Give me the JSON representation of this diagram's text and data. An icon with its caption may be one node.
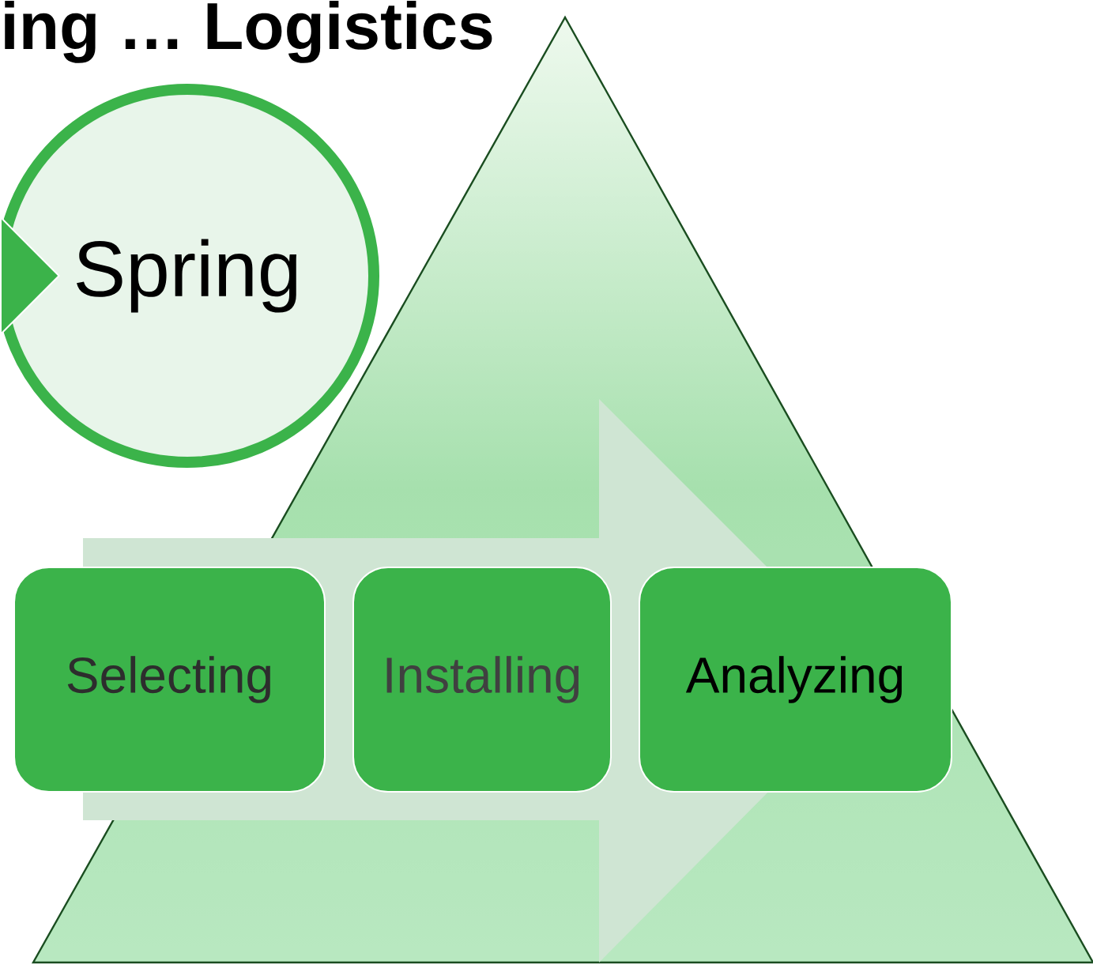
{
  "diagram": {
    "title": "ing … Logistics",
    "nodes": [
      {
        "text": [
          "Spring"
        ]
      },
      {
        "text": [
          "Selecting"
        ]
      },
      {
        "text": [
          "Installing"
        ]
      },
      {
        "text": [
          "Analyzing"
        ]
      }
    ],
    "edges": [
      {
        "from": null,
        "to": 0,
        "arrow": "to"
      },
      {
        "from": 1,
        "to": 3,
        "arrow": "to",
        "style": "thick"
      }
    ]
  }
}
